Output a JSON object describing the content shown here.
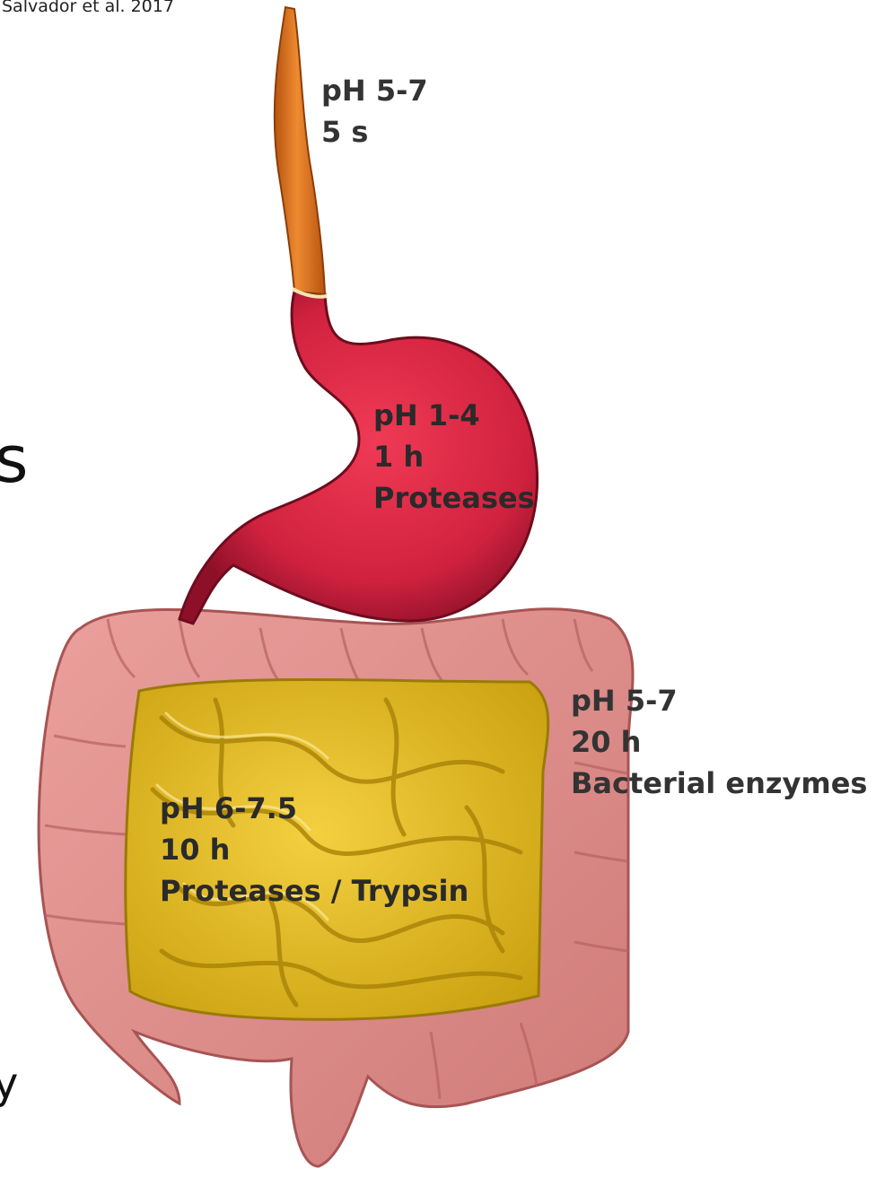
{
  "citation": "Salvador et al. 2017",
  "edge_glyphs": [
    "s",
    "y"
  ],
  "colors": {
    "esophagus": "#e07020",
    "stomach": "#c82240",
    "colon": "#e08a88",
    "small_intestine": "#e2b820"
  },
  "regions": {
    "esophagus": {
      "ph": "pH 5-7",
      "time": "5 s"
    },
    "stomach": {
      "ph": "pH 1-4",
      "time": "1 h",
      "enzyme": "Proteases"
    },
    "colon": {
      "ph": "pH 5-7",
      "time": "20 h",
      "enzyme": "Bacterial enzymes"
    },
    "small_intestine": {
      "ph": "pH 6-7.5",
      "time": "10 h",
      "enzyme": "Proteases / Trypsin"
    }
  }
}
